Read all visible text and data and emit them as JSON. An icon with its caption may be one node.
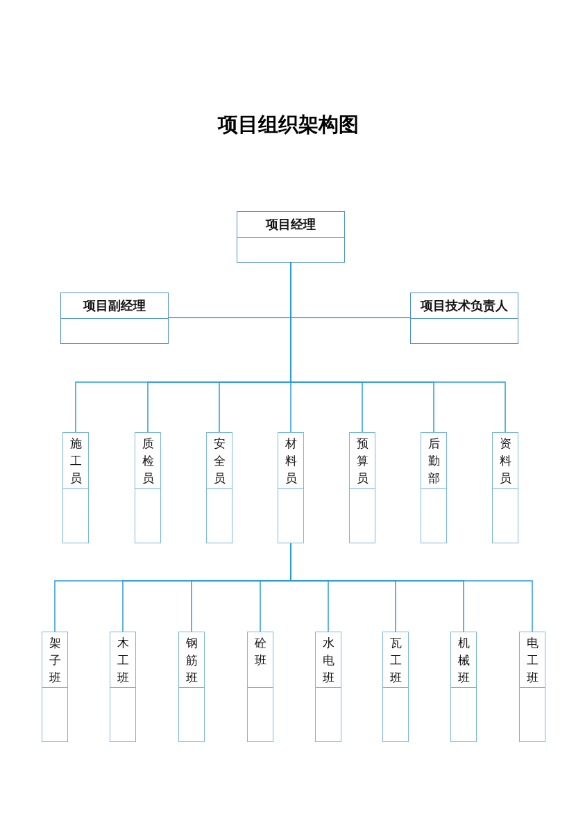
{
  "diagram": {
    "title": "项目组织架构图",
    "nodes": [
      {
        "text": [
          "项目经理"
        ]
      },
      {
        "text": [
          "项目副经理"
        ]
      },
      {
        "text": [
          "项目技术负责人"
        ]
      },
      {
        "text": [
          "施工员"
        ]
      },
      {
        "text": [
          "质检员"
        ]
      },
      {
        "text": [
          "安全员"
        ]
      },
      {
        "text": [
          "材料员"
        ]
      },
      {
        "text": [
          "预算员"
        ]
      },
      {
        "text": [
          "后勤部"
        ]
      },
      {
        "text": [
          "资料员"
        ]
      },
      {
        "text": [
          "架子班"
        ]
      },
      {
        "text": [
          "木工班"
        ]
      },
      {
        "text": [
          "钢筋班"
        ]
      },
      {
        "text": [
          "砼班"
        ]
      },
      {
        "text": [
          "水电班"
        ]
      },
      {
        "text": [
          "瓦工班"
        ]
      },
      {
        "text": [
          "机械班"
        ]
      },
      {
        "text": [
          "电工班"
        ]
      }
    ],
    "edges": [
      {
        "from": 0,
        "to": 1,
        "arrow": "none"
      },
      {
        "from": 0,
        "to": 2,
        "arrow": "none"
      },
      {
        "from": 0,
        "to": 3,
        "arrow": "none"
      },
      {
        "from": 0,
        "to": 4,
        "arrow": "none"
      },
      {
        "from": 0,
        "to": 5,
        "arrow": "none"
      },
      {
        "from": 0,
        "to": 6,
        "arrow": "none"
      },
      {
        "from": 0,
        "to": 7,
        "arrow": "none"
      },
      {
        "from": 0,
        "to": 8,
        "arrow": "none"
      },
      {
        "from": 0,
        "to": 9,
        "arrow": "none"
      },
      {
        "from": 6,
        "to": 10,
        "arrow": "none"
      },
      {
        "from": 6,
        "to": 11,
        "arrow": "none"
      },
      {
        "from": 6,
        "to": 12,
        "arrow": "none"
      },
      {
        "from": 6,
        "to": 13,
        "arrow": "none"
      },
      {
        "from": 6,
        "to": 14,
        "arrow": "none"
      },
      {
        "from": 6,
        "to": 15,
        "arrow": "none"
      },
      {
        "from": 6,
        "to": 16,
        "arrow": "none"
      },
      {
        "from": 6,
        "to": 17,
        "arrow": "none"
      }
    ]
  }
}
